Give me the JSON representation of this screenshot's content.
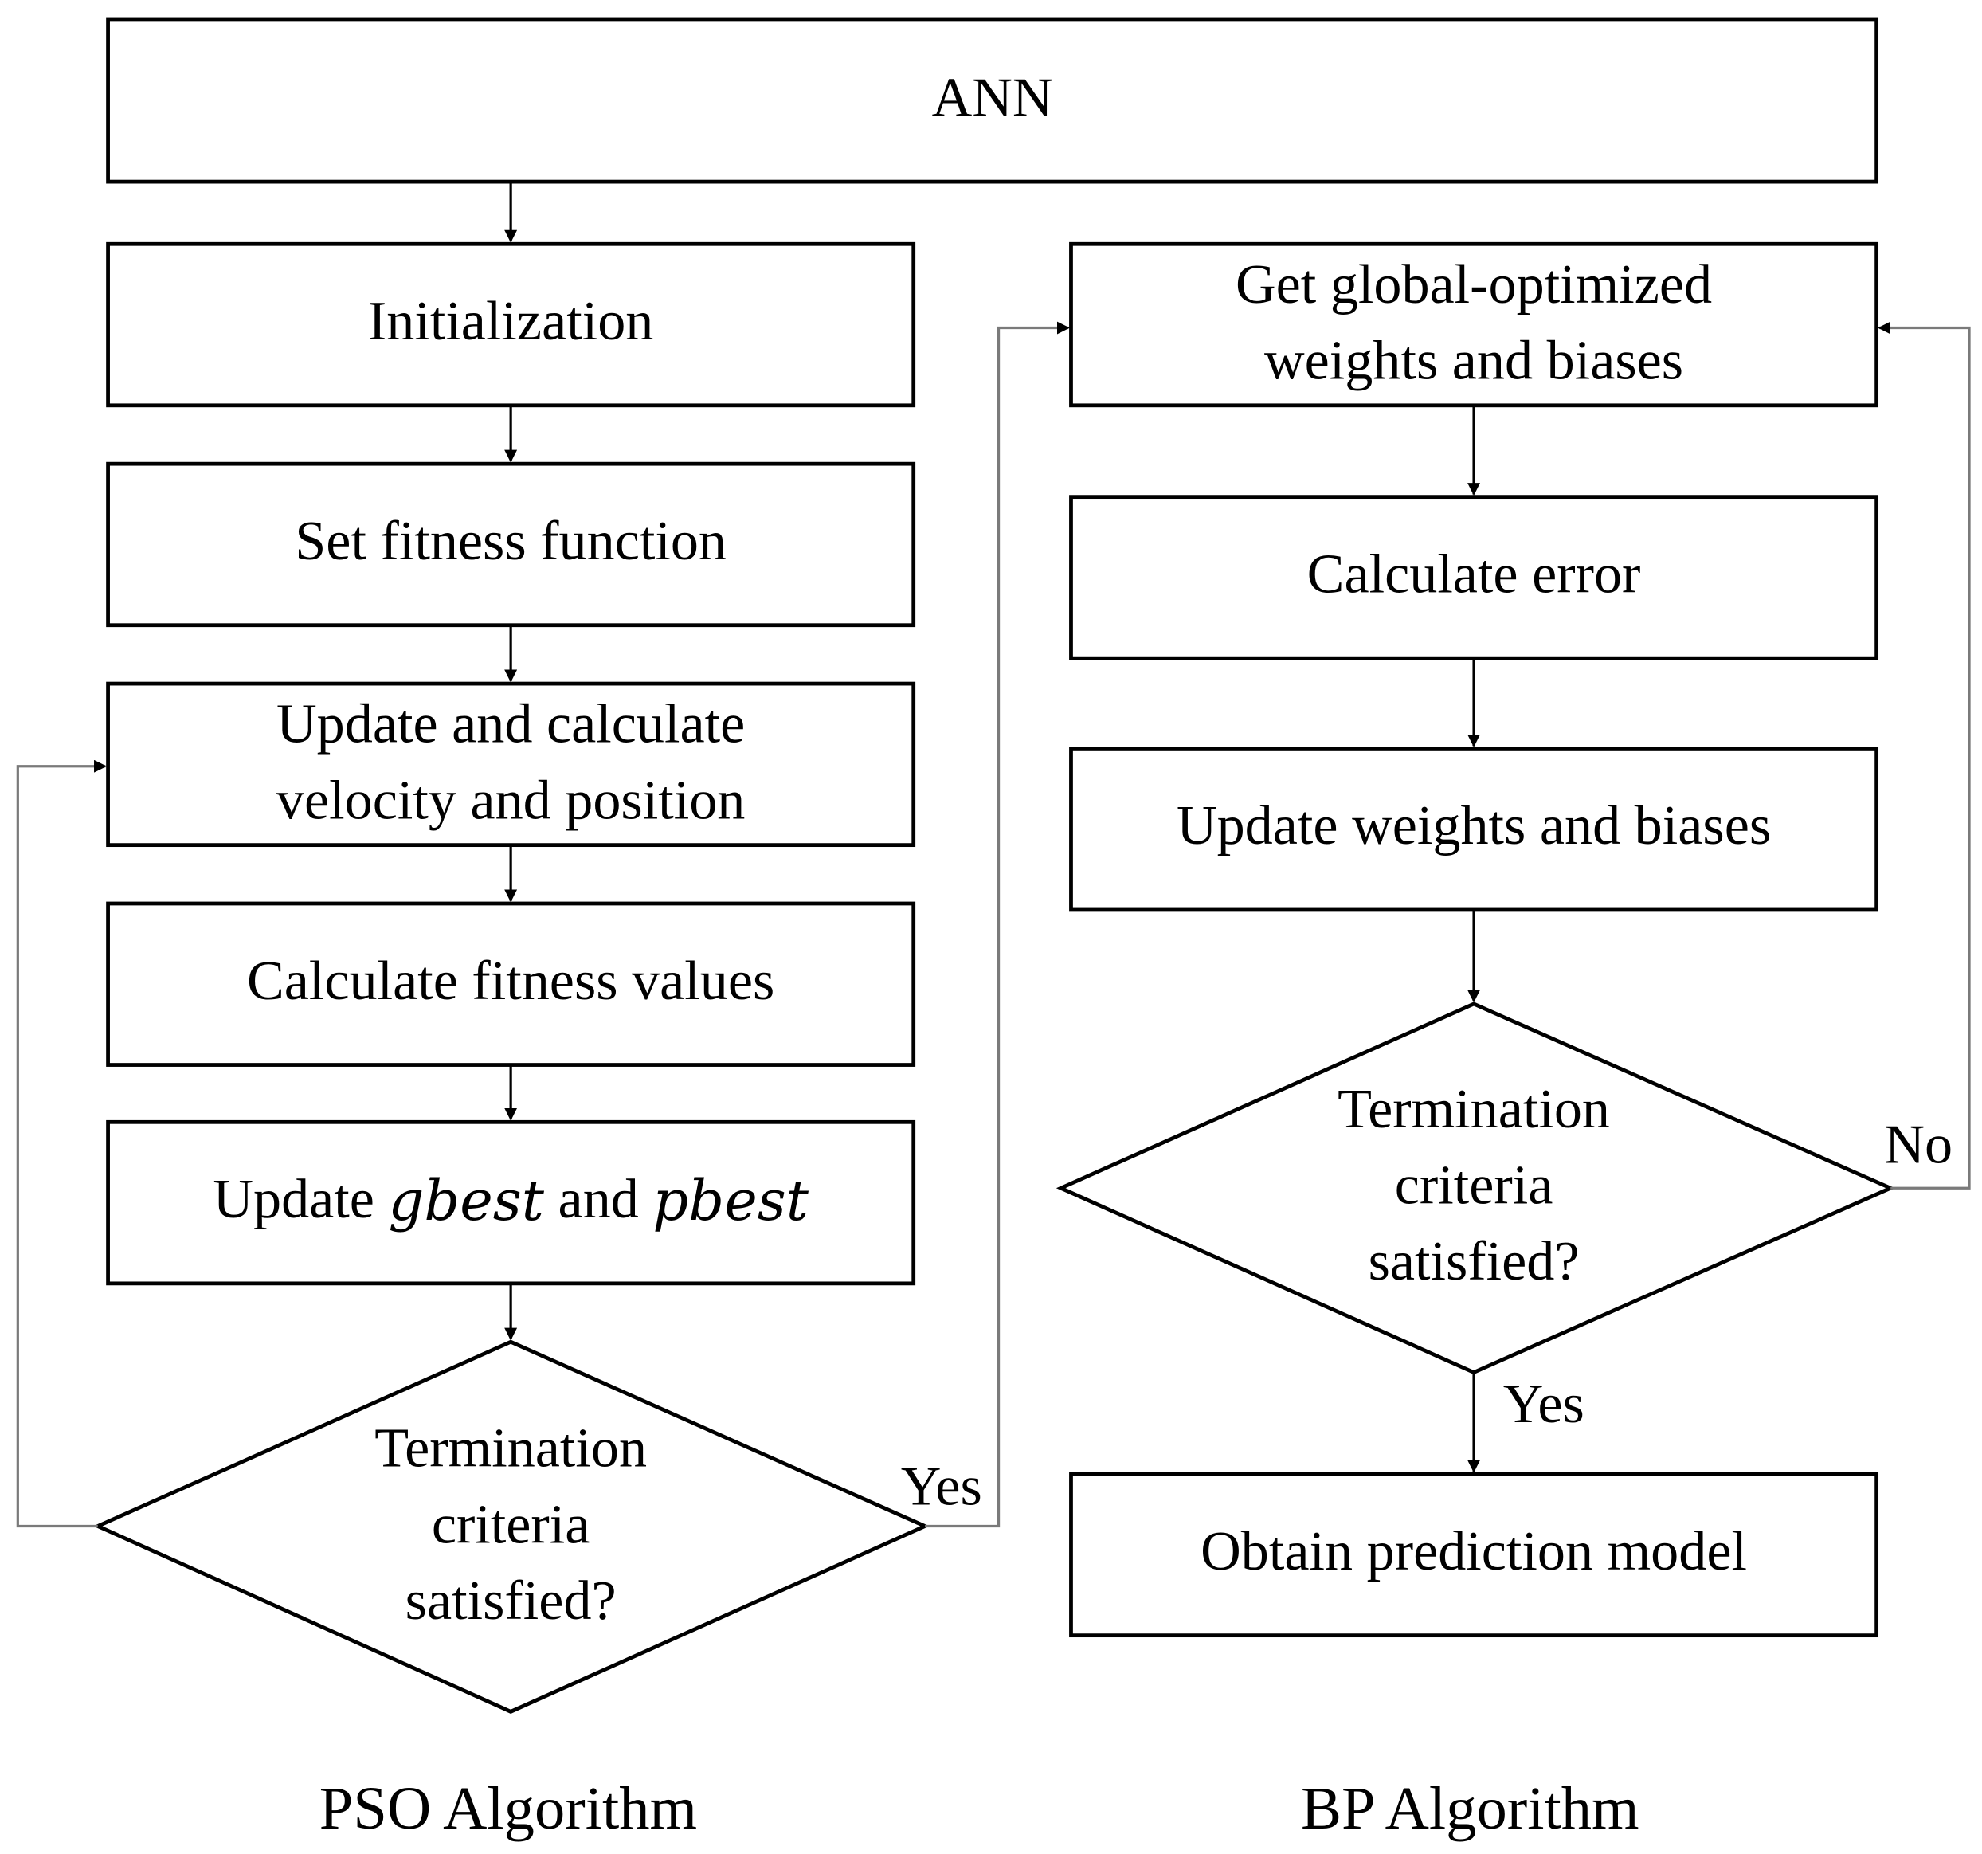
{
  "top": {
    "label": "ANN"
  },
  "pso": {
    "steps": [
      "Initialization",
      "Set fitness function",
      [
        "Update and calculate",
        "velocity and position"
      ],
      "Calculate  fitness values"
    ],
    "update_best": {
      "prefix": "Update ",
      "gbest": "gbest",
      "middle": " and ",
      "pbest": "pbest"
    },
    "decision": [
      "Termination",
      "criteria",
      "satisfied?"
    ],
    "yes_label": "Yes",
    "title": "PSO Algorithm"
  },
  "bp": {
    "steps": [
      [
        "Get global-optimized",
        "weights  and  biases"
      ],
      "Calculate  error",
      "Update  weights  and  biases"
    ],
    "decision": [
      "Termination",
      "criteria",
      "satisfied?"
    ],
    "no_label": "No",
    "yes_label": "Yes",
    "final": "Obtain  prediction  model",
    "title": "BP Algorithm"
  }
}
